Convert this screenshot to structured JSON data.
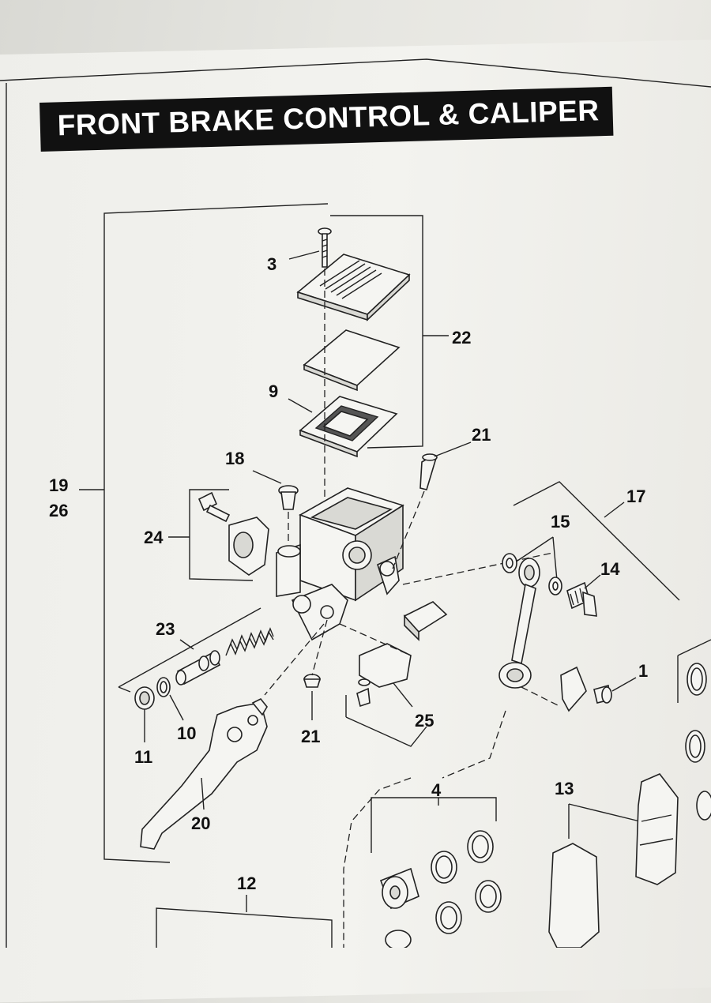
{
  "title": "FRONT BRAKE CONTROL & CALIPER",
  "callouts": {
    "c3": "3",
    "c22": "22",
    "c9": "9",
    "c21a": "21",
    "c18": "18",
    "c19": "19",
    "c26": "26",
    "c24": "24",
    "c17": "17",
    "c15": "15",
    "c14": "14",
    "c23": "23",
    "c1": "1",
    "c25": "25",
    "c21b": "21",
    "c10": "10",
    "c11": "11",
    "c20": "20",
    "c4": "4",
    "c13": "13",
    "c12": "12"
  }
}
